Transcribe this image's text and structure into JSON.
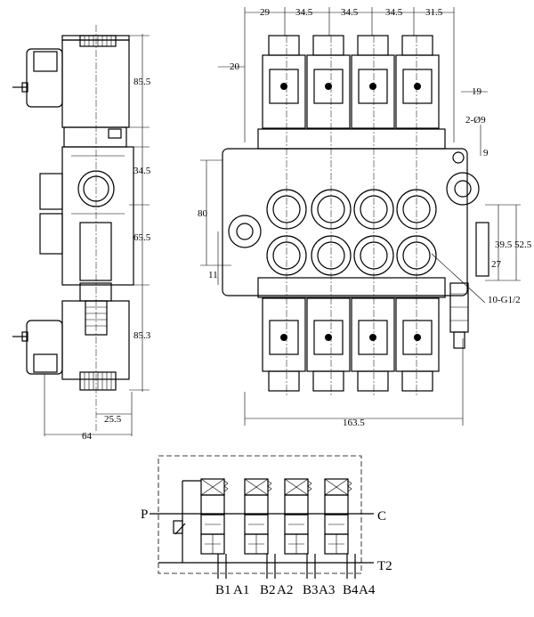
{
  "side_view": {
    "dims": {
      "coil_top": "85.5",
      "upper_block": "34.5",
      "mid_block": "65.5",
      "coil_bottom": "85.3",
      "width_inner": "25.5",
      "width_total": "64"
    }
  },
  "front_view": {
    "dims": {
      "top": [
        "29",
        "34.5",
        "34.5",
        "34.5",
        "31.5"
      ],
      "left_offset": "20",
      "right_19": "19",
      "hole": "2-Ø9",
      "nine": "9",
      "height_80": "80",
      "eleven": "11",
      "r_39_5": "39.5",
      "r_52_5": "52.5",
      "r_27": "27",
      "port": "10-G1/2",
      "total_width": "163.5"
    }
  },
  "schematic": {
    "P": "P",
    "C": "C",
    "T2": "T2",
    "ports": [
      "B1",
      "A1",
      "B2",
      "A2",
      "B3",
      "A3",
      "B4",
      "A4"
    ]
  }
}
